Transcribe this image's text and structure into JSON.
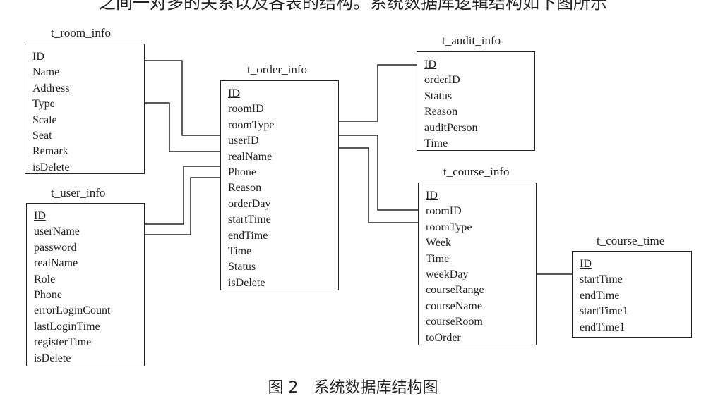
{
  "top_text": "之间一对多的关系以及各表的结构。系统数据库逻辑结构如下图所示",
  "caption": "图 2　系统数据库结构图",
  "tables": {
    "room": {
      "name": "t_room_info",
      "pk": "ID",
      "fields": [
        "Name",
        "Address",
        "Type",
        "Scale",
        "Seat",
        "Remark",
        "isDelete"
      ]
    },
    "user": {
      "name": "t_user_info",
      "pk": "ID",
      "fields": [
        "userName",
        "password",
        "realName",
        "Role",
        "Phone",
        "errorLoginCount",
        "lastLoginTime",
        "registerTime",
        "isDelete"
      ]
    },
    "order": {
      "name": "t_order_info",
      "pk": "ID",
      "fields": [
        "roomID",
        "roomType",
        "userID",
        "realName",
        "Phone",
        "Reason",
        "orderDay",
        "startTime",
        "endTime",
        "Time",
        "Status",
        "isDelete"
      ]
    },
    "audit": {
      "name": "t_audit_info",
      "pk": "ID",
      "fields": [
        "orderID",
        "Status",
        "Reason",
        "auditPerson",
        "Time"
      ]
    },
    "course": {
      "name": "t_course_info",
      "pk": "ID",
      "fields": [
        "roomID",
        "roomType",
        "Week",
        "Time",
        "weekDay",
        "courseRange",
        "courseName",
        "courseRoom",
        "toOrder"
      ]
    },
    "coursetime": {
      "name": "t_course_time",
      "pk": "ID",
      "fields": [
        "startTime",
        "endTime",
        "startTime1",
        "endTime1"
      ]
    }
  }
}
